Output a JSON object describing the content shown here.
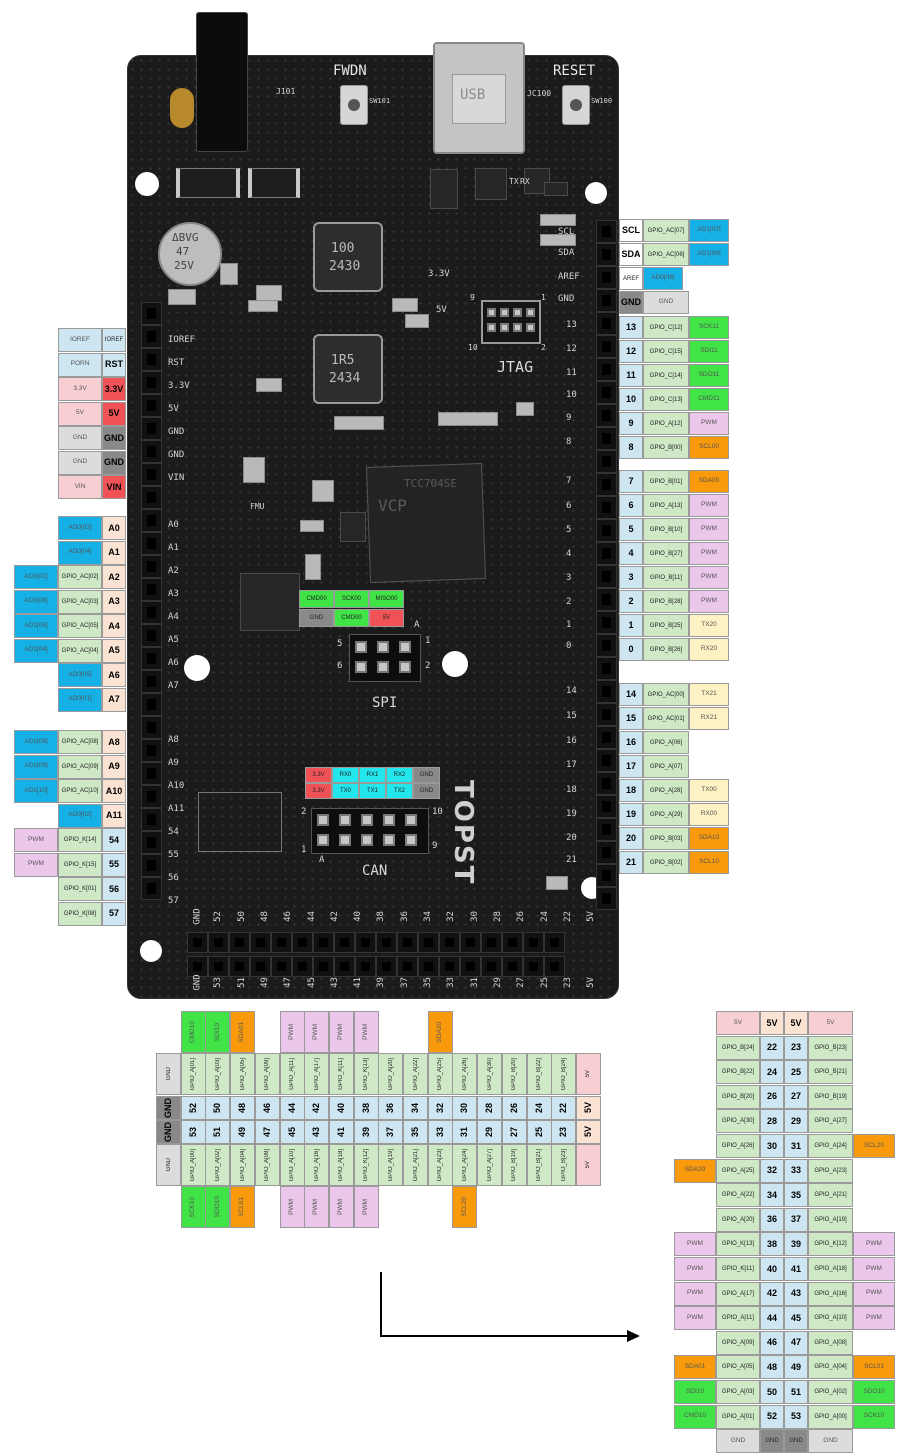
{
  "colors": {
    "pink": "#f7cfd2",
    "red": "#ef5356",
    "blue": "#cde6f2",
    "cyan": "#14b0e6",
    "green": "#cfe9c6",
    "lime": "#41e446",
    "orange": "#f99a0c",
    "violet": "#ecc7ec",
    "gray": "#898989",
    "lgray": "#dcdcdc",
    "peach": "#fbe3d4",
    "white": "#ffffff",
    "yellow": "#fdf2c3",
    "aqua": "#22e6ec"
  },
  "board": {
    "labels": {
      "fwdn": "FWDN",
      "reset": "RESET",
      "j101": "J101",
      "sw101": "SW101",
      "jc100": "JC100",
      "sw100": "SW100",
      "jtag": "JTAG",
      "jtag9": "9",
      "jtag10": "10",
      "jtag1": "1",
      "jtag2": "2",
      "spi": "SPI",
      "can": "CAN",
      "v33": "3.3V",
      "v5": "5V",
      "fmu": "FMU",
      "brand": "TOPST",
      "cpu1": "VCP",
      "cpu2": "TCC704SE",
      "cap1": "ΔBVG",
      "cap2": "47",
      "cap3": "25V",
      "ind1a": "100",
      "ind1b": "2430",
      "ind2a": "1R5",
      "ind2b": "2434",
      "usbmark": "USB",
      "spi5": "5",
      "spi6": "6",
      "spi1": "1",
      "spi2": "2",
      "can2": "2",
      "can1": "1",
      "can10": "10",
      "can9": "9",
      "canA": "A",
      "spiA": "A",
      "rx": "RX",
      "tx": "TX"
    },
    "left_silk": [
      "IOREF",
      "RST",
      "3.3V",
      "5V",
      "GND",
      "GND",
      "VIN",
      "A0",
      "A1",
      "A2",
      "A3",
      "A4",
      "A5",
      "A6",
      "A7",
      "A8",
      "A9",
      "A10",
      "A11",
      "54",
      "55",
      "56",
      "57"
    ],
    "right_silk": [
      "SCL",
      "SDA",
      "AREF",
      "GND",
      "13",
      "12",
      "11",
      "10",
      "9",
      "8",
      "7",
      "6",
      "5",
      "4",
      "3",
      "2",
      "1",
      "0",
      "14",
      "15",
      "16",
      "17",
      "18",
      "19",
      "20",
      "21"
    ],
    "bottom_silk_top": [
      "GND",
      "52",
      "50",
      "48",
      "46",
      "44",
      "42",
      "40",
      "38",
      "36",
      "34",
      "32",
      "30",
      "28",
      "26",
      "24",
      "22",
      "5V"
    ],
    "bottom_silk_bot": [
      "GND",
      "53",
      "51",
      "49",
      "47",
      "45",
      "43",
      "41",
      "39",
      "37",
      "35",
      "33",
      "31",
      "29",
      "27",
      "25",
      "23",
      "5V"
    ]
  },
  "left_power": [
    {
      "n": "IOREF",
      "p": "IOREF"
    },
    {
      "n": "PORN",
      "p": "RST"
    },
    {
      "n": "3.3V",
      "p": "3.3V"
    },
    {
      "n": "5V",
      "p": "5V"
    },
    {
      "n": "GND",
      "p": "GND"
    },
    {
      "n": "GND",
      "p": "GND"
    },
    {
      "n": "VIN",
      "p": "VIN"
    }
  ],
  "left_analog1": [
    {
      "ad": "AD0[03]",
      "p": "A0"
    },
    {
      "ad": "AD0[04]",
      "p": "A1"
    },
    {
      "ad": "AD1[02]",
      "g": "GPIO_AC[02]",
      "p": "A2"
    },
    {
      "ad": "AD1[08]",
      "g": "GPIO_AC[03]",
      "p": "A3"
    },
    {
      "ad": "AD1[05]",
      "g": "GPIO_AC[05]",
      "p": "A4"
    },
    {
      "ad": "AD1[04]",
      "g": "GPIO_AC[04]",
      "p": "A5"
    },
    {
      "ad": "AD0[05]",
      "p": "A6"
    },
    {
      "ad": "AD0[01]",
      "p": "A7"
    }
  ],
  "left_analog2": [
    {
      "ad": "AD1[08]",
      "g": "GPIO_AC[08]",
      "p": "A8"
    },
    {
      "ad": "AD1[09]",
      "g": "GPIO_AC[09]",
      "p": "A9"
    },
    {
      "ad": "AD1[10]",
      "g": "GPIO_AC[10]",
      "p": "A10"
    },
    {
      "ad": "AD0[02]",
      "p": "A11"
    },
    {
      "f": "PWM",
      "g": "GPIO_K[14]",
      "p": "54"
    },
    {
      "f": "PWM",
      "g": "GPIO_K[15]",
      "p": "55"
    },
    {
      "g": "GPIO_K[01]",
      "p": "56"
    },
    {
      "g": "GPIO_K[08]",
      "p": "57"
    }
  ],
  "right_top": [
    {
      "p": "SCL",
      "g": "GPIO_AC[07]",
      "f": "AD1[07]"
    },
    {
      "p": "SDA",
      "g": "GPIO_AC[06]",
      "f": "AD1[06]"
    },
    {
      "p": "AREF",
      "f": "AD0[06]"
    },
    {
      "p": "GND",
      "g": "GND"
    }
  ],
  "right_mid1": [
    {
      "p": "13",
      "g": "GPIO_C[12]",
      "f": "SCK11"
    },
    {
      "p": "12",
      "g": "GPIO_C[15]",
      "f": "SDI11"
    },
    {
      "p": "11",
      "g": "GPIO_C[14]",
      "f": "SDO11"
    },
    {
      "p": "10",
      "g": "GPIO_C[13]",
      "f": "CMD11"
    },
    {
      "p": "9",
      "g": "GPIO_A[12]",
      "f": "PWM"
    },
    {
      "p": "8",
      "g": "GPIO_B[00]",
      "f": "SCL00"
    }
  ],
  "right_mid2": [
    {
      "p": "7",
      "g": "GPIO_B[01]",
      "f": "SDA00"
    },
    {
      "p": "6",
      "g": "GPIO_A[13]",
      "f": "PWM"
    },
    {
      "p": "5",
      "g": "GPIO_B[10]",
      "f": "PWM"
    },
    {
      "p": "4",
      "g": "GPIO_B[27]",
      "f": "PWM"
    },
    {
      "p": "3",
      "g": "GPIO_B[11]",
      "f": "PWM"
    },
    {
      "p": "2",
      "g": "GPIO_B[28]",
      "f": "PWM"
    },
    {
      "p": "1",
      "g": "GPIO_B[25]",
      "f": "TX20"
    },
    {
      "p": "0",
      "g": "GPIO_B[26]",
      "f": "RX20"
    }
  ],
  "right_bot": [
    {
      "p": "14",
      "g": "GPIO_AC[00]",
      "f": "TX21"
    },
    {
      "p": "15",
      "g": "GPIO_AC[01]",
      "f": "RX21"
    },
    {
      "p": "16",
      "g": "GPIO_A[06]"
    },
    {
      "p": "17",
      "g": "GPIO_A[07]"
    },
    {
      "p": "18",
      "g": "GPIO_A[28]",
      "f": "TX00"
    },
    {
      "p": "19",
      "g": "GPIO_A[29]",
      "f": "RX00"
    },
    {
      "p": "20",
      "g": "GPIO_B[03]",
      "f": "SDA10"
    },
    {
      "p": "21",
      "g": "GPIO_B[02]",
      "f": "SCL10"
    }
  ],
  "spi": {
    "top": [
      "CMD00",
      "SCK00",
      "MISO00"
    ],
    "bot": [
      "GND",
      "CMD00",
      "5V"
    ]
  },
  "can": {
    "top": [
      "3.3V",
      "RX0",
      "RX1",
      "RX2",
      "GND"
    ],
    "bot": [
      "3.3V",
      "TX0",
      "TX1",
      "TX2",
      "GND"
    ]
  },
  "bottom_header": {
    "cols": [
      {
        "t": "GND",
        "u": "GND",
        "d": "GND",
        "b": "GND",
        "tf": "CMD10",
        "bf": "SCK10"
      },
      {
        "t": "GPIO_A[01]",
        "u": "52",
        "d": "53",
        "b": "GPIO_A[00]",
        "tf": "CMD10",
        "bf": "SCK10"
      },
      {
        "t": "GPIO_A[03]",
        "u": "50",
        "d": "51",
        "b": "GPIO_A[02]",
        "tf": "SDI10",
        "bf": "SDO10"
      },
      {
        "t": "GPIO_A[05]",
        "u": "48",
        "d": "49",
        "b": "GPIO_A[04]",
        "tf": "SDA01",
        "bf": "SCL01"
      },
      {
        "t": "GPIO_A[09]",
        "u": "46",
        "d": "47",
        "b": "GPIO_A[08]"
      },
      {
        "t": "GPIO_A[11]",
        "u": "44",
        "d": "45",
        "b": "GPIO_A[10]",
        "tf": "PWM",
        "bf": "PWM"
      },
      {
        "t": "GPIO_A[17]",
        "u": "42",
        "d": "43",
        "b": "GPIO_A[16]",
        "tf": "PWM",
        "bf": "PWM"
      },
      {
        "t": "GPIO_K[11]",
        "u": "40",
        "d": "41",
        "b": "GPIO_A[18]",
        "tf": "PWM",
        "bf": "PWM"
      },
      {
        "t": "GPIO_K[13]",
        "u": "38",
        "d": "39",
        "b": "GPIO_K[12]",
        "tf": "PWM",
        "bf": "PWM"
      },
      {
        "t": "GPIO_A[20]",
        "u": "36",
        "d": "37",
        "b": "GPIO_A[19]"
      },
      {
        "t": "GPIO_A[22]",
        "u": "34",
        "d": "35",
        "b": "GPIO_A[21]"
      },
      {
        "t": "GPIO_A[25]",
        "u": "32",
        "d": "33",
        "b": "GPIO_A[23]",
        "tf": "SDA20"
      },
      {
        "t": "GPIO_A[26]",
        "u": "30",
        "d": "31",
        "b": "GPIO_A[24]",
        "bf": "SCL20"
      },
      {
        "t": "GPIO_A[30]",
        "u": "28",
        "d": "29",
        "b": "GPIO_A[27]"
      },
      {
        "t": "GPIO_B[20]",
        "u": "26",
        "d": "27",
        "b": "GPIO_B[19]"
      },
      {
        "t": "GPIO_B[22]",
        "u": "24",
        "d": "25",
        "b": "GPIO_B[21]"
      },
      {
        "t": "GPIO_B[24]",
        "u": "22",
        "d": "23",
        "b": "GPIO_B[23]"
      },
      {
        "t": "5V",
        "u": "5V",
        "d": "5V",
        "b": "5V"
      }
    ]
  },
  "zoom_rows": [
    {
      "l": "5V",
      "a": "5V",
      "b": "5V",
      "r": "5V"
    },
    {
      "l": "GPIO_B[24]",
      "a": "22",
      "b": "23",
      "r": "GPIO_B[23]"
    },
    {
      "l": "GPIO_B[22]",
      "a": "24",
      "b": "25",
      "r": "GPIO_B[21]"
    },
    {
      "l": "GPIO_B[20]",
      "a": "26",
      "b": "27",
      "r": "GPIO_B[19]"
    },
    {
      "l": "GPIO_A[30]",
      "a": "28",
      "b": "29",
      "r": "GPIO_A[27]"
    },
    {
      "l": "GPIO_A[26]",
      "a": "30",
      "b": "31",
      "r": "GPIO_A[24]",
      "rf": "SCL20"
    },
    {
      "lf": "SDA20",
      "l": "GPIO_A[25]",
      "a": "32",
      "b": "33",
      "r": "GPIO_A[23]"
    },
    {
      "l": "GPIO_A[22]",
      "a": "34",
      "b": "35",
      "r": "GPIO_A[21]"
    },
    {
      "l": "GPIO_A[20]",
      "a": "36",
      "b": "37",
      "r": "GPIO_A[19]"
    },
    {
      "lf": "PWM",
      "l": "GPIO_K[13]",
      "a": "38",
      "b": "39",
      "r": "GPIO_K[12]",
      "rf": "PWM"
    },
    {
      "lf": "PWM",
      "l": "GPIO_K[11]",
      "a": "40",
      "b": "41",
      "r": "GPIO_A[18]",
      "rf": "PWM"
    },
    {
      "lf": "PWM",
      "l": "GPIO_A[17]",
      "a": "42",
      "b": "43",
      "r": "GPIO_A[16]",
      "rf": "PWM"
    },
    {
      "lf": "PWM",
      "l": "GPIO_A[11]",
      "a": "44",
      "b": "45",
      "r": "GPIO_A[10]",
      "rf": "PWM"
    },
    {
      "l": "GPIO_A[09]",
      "a": "46",
      "b": "47",
      "r": "GPIO_A[08]"
    },
    {
      "lf": "SDA01",
      "l": "GPIO_A[05]",
      "a": "48",
      "b": "49",
      "r": "GPIO_A[04]",
      "rf": "SCL01"
    },
    {
      "lf": "SDI10",
      "l": "GPIO_A[03]",
      "a": "50",
      "b": "51",
      "r": "GPIO_A[02]",
      "rf": "SDO10"
    },
    {
      "lf": "CMD10",
      "l": "GPIO_A[01]",
      "a": "52",
      "b": "53",
      "r": "GPIO_A[00]",
      "rf": "SCK10"
    },
    {
      "l": "GND",
      "a": "GND",
      "b": "GND",
      "r": "GND"
    }
  ]
}
